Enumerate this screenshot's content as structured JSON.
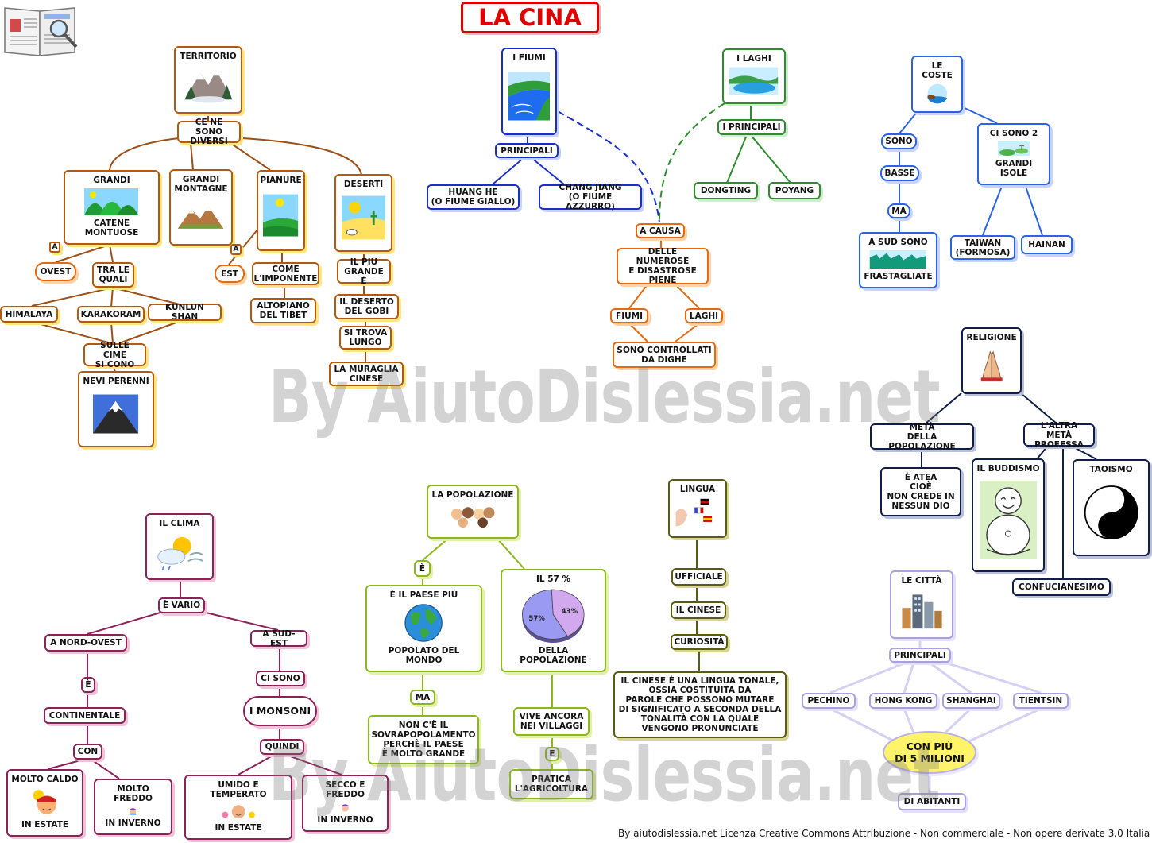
{
  "title": "LA CINA",
  "watermark": "By AiutoDislessia.net",
  "footer": "By aiutodislessia.net Licenza Creative Commons Attribuzione - Non commerciale - Non opere derivate 3.0 Italia",
  "territorio": {
    "root": "TERRITORIO",
    "ce_ne_sono": "CE NE SONO\nDIVERSI",
    "grandi": "GRANDI",
    "catene": "CATENE MONTUOSE",
    "grandi_montagne": "GRANDI\nMONTAGNE",
    "pianure": "PIANURE",
    "deserti": "DESERTI",
    "a1": "A",
    "ovest": "OVEST",
    "tra_le_quali": "TRA LE\nQUALI",
    "himalaya": "HIMALAYA",
    "karakoram": "KARAKORAM",
    "kunlun": "KUNLUN SHAN",
    "sulle_cime": "SULLE CIME\nSI CONO",
    "nevi": "NEVI PERENNI",
    "a2": "A",
    "est": "EST",
    "come": "COME\nL'IMPONENTE",
    "altopiano": "ALTOPIANO\nDEL TIBET",
    "il_piu": "IL PIÙ\nGRANDE È",
    "gobi": "IL DESERTO\nDEL GOBI",
    "si_trova": "SI TROVA\nLUNGO",
    "muraglia": "LA MURAGLIA\nCINESE"
  },
  "fiumi": {
    "root": "I FIUMI",
    "principali": "PRINCIPALI",
    "huang": "HUANG HE\n(O FIUME GIALLO)",
    "chang": "CHANG JIANG\n(O FIUME AZZURRO)"
  },
  "laghi": {
    "root": "I LAGHI",
    "principali": "I PRINCIPALI",
    "dongting": "DONGTING",
    "poyang": "POYANG"
  },
  "piene": {
    "a_causa": "A CAUSA",
    "delle": "DELLE NUMEROSE\nE DISASTROSE\nPIENE",
    "fiumi": "FIUMI",
    "laghi": "LAGHI",
    "dighe": "SONO CONTROLLATI\nDA DIGHE"
  },
  "coste": {
    "root": "LE COSTE",
    "sono": "SONO",
    "basse": "BASSE",
    "ma": "MA",
    "a_sud": "A SUD SONO",
    "frastagliate": "FRASTAGLIATE",
    "ci_sono_2": "CI SONO 2",
    "grandi_isole": "GRANDI ISOLE",
    "taiwan": "TAIWAN\n(FORMOSA)",
    "hainan": "HAINAN"
  },
  "religione": {
    "root": "RELIGIONE",
    "meta": "METÀ\nDELLA POPOLAZIONE",
    "altra": "L'ALTRA METÀ\nPROFESSA",
    "atea": "È ATEA\nCIOÈ\nNON CREDE IN\nNESSUN DIO",
    "buddismo": "IL BUDDISMO",
    "taoismo": "TAOISMO",
    "confucianesimo": "CONFUCIANESIMO"
  },
  "clima": {
    "root": "IL CLIMA",
    "vario": "È VARIO",
    "nord_ovest": "A NORD-OVEST",
    "sud_est": "A SUD-EST",
    "e": "È",
    "continentale": "CONTINENTALE",
    "con": "CON",
    "caldo": "MOLTO CALDO",
    "in_estate": "IN ESTATE",
    "freddo": "MOLTO FREDDO",
    "in_inverno": "IN INVERNO",
    "ci_sono": "CI SONO",
    "monsoni": "I MONSONI",
    "quindi": "QUINDI",
    "umido": "UMIDO E TEMPERATO",
    "umido_when": "IN ESTATE",
    "secco": "SECCO E FREDDO",
    "secco_when": "IN INVERNO"
  },
  "popolazione": {
    "root": "LA POPOLAZIONE",
    "e": "È",
    "paese": "È IL PAESE PIÙ",
    "popolato": "POPOLATO DEL MONDO",
    "ma": "MA",
    "non_ce": "NON C'È IL\nSOVRAPOPOLAMENTO\nPERCHÈ IL PAESE\nÈ MOLTO GRANDE",
    "il57": "IL 57 %",
    "della": "DELLA POPOLAZIONE",
    "vive": "VIVE ANCORA\nNEI VILLAGGI",
    "e2": "E",
    "pratica": "PRATICA\nL'AGRICOLTURA"
  },
  "chart_data": {
    "type": "pie",
    "values": [
      57,
      43
    ],
    "labels": [
      "57%",
      "43%"
    ],
    "colors": [
      "#9a9af2",
      "#d2a8ee"
    ]
  },
  "lingua": {
    "root": "LINGUA",
    "ufficiale": "UFFICIALE",
    "cinese": "IL CINESE",
    "curiosita": "CURIOSITÀ",
    "testo": "IL CINESE È UNA LINGUA TONALE,\nOSSIA COSTITUITA DA\nPAROLE CHE POSSONO MUTARE\nDI SIGNIFICATO A SECONDA DELLA\nTONALITÀ CON LA QUALE\nVENGONO PRONUNCIATE"
  },
  "citta": {
    "root": "LE CITTÀ",
    "principali": "PRINCIPALI",
    "pechino": "PECHINO",
    "hongkong": "HONG KONG",
    "shanghai": "SHANGHAI",
    "tientsin": "TIENTSIN",
    "milioni": "CON PIÙ\nDI 5 MILIONI",
    "abitanti": "DI ABITANTI"
  }
}
